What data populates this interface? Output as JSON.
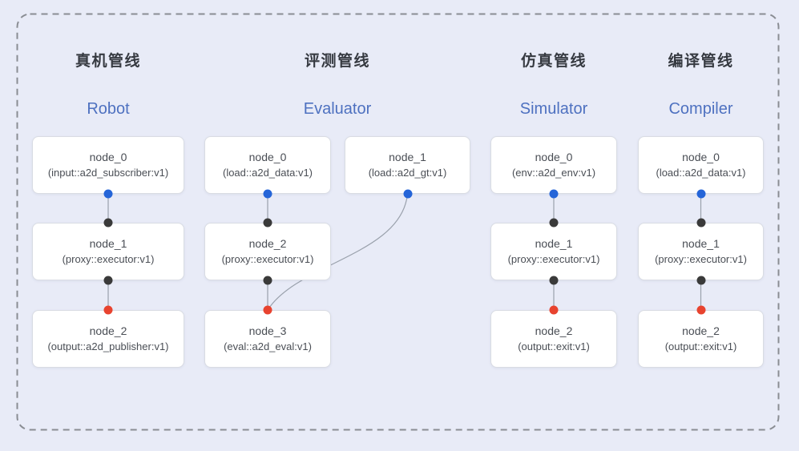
{
  "colors": {
    "background": "#e8ebf7",
    "border_dash": "#8a8d93",
    "box_bg": "#ffffff",
    "box_border": "#d9dce3",
    "edge": "#9aa1ac",
    "dot_blue": "#2565d8",
    "dot_black": "#3a3a3a",
    "dot_red": "#e8432f",
    "title_cn": "#363a41",
    "title_en": "#4e71c0",
    "node_text": "#4a4e55"
  },
  "pipelines": [
    {
      "title_cn": "真机管线",
      "title_en": "Robot",
      "nodes": [
        {
          "name": "node_0",
          "desc": "(input::a2d_subscriber:v1)"
        },
        {
          "name": "node_1",
          "desc": "(proxy::executor:v1)"
        },
        {
          "name": "node_2",
          "desc": "(output::a2d_publisher:v1)"
        }
      ]
    },
    {
      "title_cn": "评测管线",
      "title_en": "Evaluator",
      "nodes": [
        {
          "name": "node_0",
          "desc": "(load::a2d_data:v1)"
        },
        {
          "name": "node_1",
          "desc": "(load::a2d_gt:v1)"
        },
        {
          "name": "node_2",
          "desc": "(proxy::executor:v1)"
        },
        {
          "name": "node_3",
          "desc": "(eval::a2d_eval:v1)"
        }
      ]
    },
    {
      "title_cn": "仿真管线",
      "title_en": "Simulator",
      "nodes": [
        {
          "name": "node_0",
          "desc": "(env::a2d_env:v1)"
        },
        {
          "name": "node_1",
          "desc": "(proxy::executor:v1)"
        },
        {
          "name": "node_2",
          "desc": "(output::exit:v1)"
        }
      ]
    },
    {
      "title_cn": "编译管线",
      "title_en": "Compiler",
      "nodes": [
        {
          "name": "node_0",
          "desc": "(load::a2d_data:v1)"
        },
        {
          "name": "node_1",
          "desc": "(proxy::executor:v1)"
        },
        {
          "name": "node_2",
          "desc": "(output::exit:v1)"
        }
      ]
    }
  ],
  "edges": [
    {
      "from": "robot.node_0",
      "to": "robot.node_1",
      "from_port": "blue",
      "to_port": "black"
    },
    {
      "from": "robot.node_1",
      "to": "robot.node_2",
      "from_port": "black",
      "to_port": "red"
    },
    {
      "from": "evaluator.node_0",
      "to": "evaluator.node_2",
      "from_port": "blue",
      "to_port": "black"
    },
    {
      "from": "evaluator.node_2",
      "to": "evaluator.node_3",
      "from_port": "black",
      "to_port": "red"
    },
    {
      "from": "evaluator.node_1",
      "to": "evaluator.node_3",
      "from_port": "blue",
      "to_port": "red"
    },
    {
      "from": "simulator.node_0",
      "to": "simulator.node_1",
      "from_port": "blue",
      "to_port": "black"
    },
    {
      "from": "simulator.node_1",
      "to": "simulator.node_2",
      "from_port": "black",
      "to_port": "red"
    },
    {
      "from": "compiler.node_0",
      "to": "compiler.node_1",
      "from_port": "blue",
      "to_port": "black"
    },
    {
      "from": "compiler.node_1",
      "to": "compiler.node_2",
      "from_port": "black",
      "to_port": "red"
    }
  ]
}
